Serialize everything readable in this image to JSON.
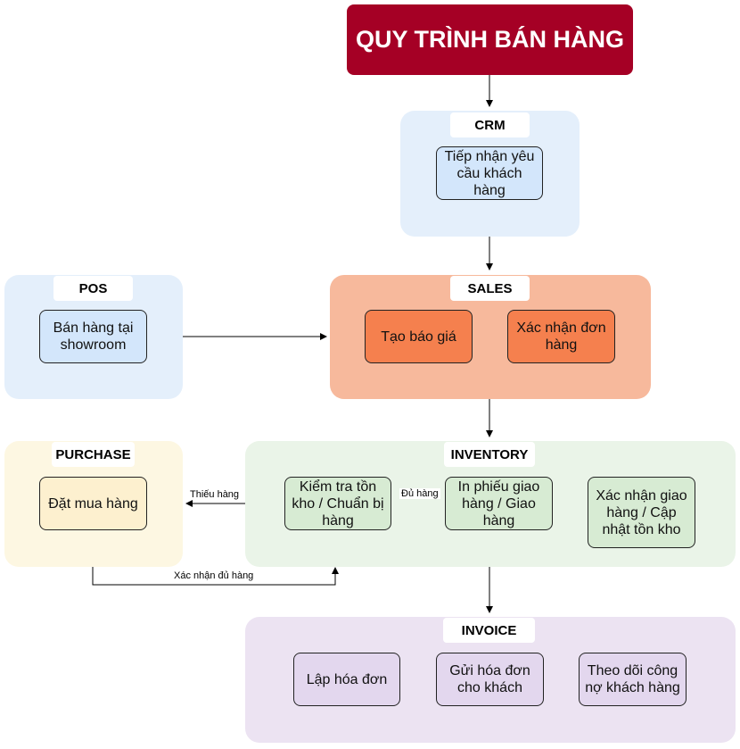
{
  "title": "QUY TRÌNH BÁN HÀNG",
  "colors": {
    "title_bg": "#a50025",
    "blue": "#e4effb",
    "orange": "#f7b99c",
    "orange_node": "#f5804e",
    "yellow": "#fdf7e2",
    "green": "#eaf4e8",
    "purple": "#ece3f2"
  },
  "groups": {
    "crm": {
      "label": "CRM",
      "nodes": [
        "Tiếp nhận yêu cầu khách hàng"
      ]
    },
    "pos": {
      "label": "POS",
      "nodes": [
        "Bán hàng tại showroom"
      ]
    },
    "sales": {
      "label": "SALES",
      "nodes": [
        "Tạo báo giá",
        "Xác nhận đơn hàng"
      ]
    },
    "purchase": {
      "label": "PURCHASE",
      "nodes": [
        "Đặt mua hàng"
      ]
    },
    "inventory": {
      "label": "INVENTORY",
      "nodes": [
        "Kiểm tra tồn kho / Chuẩn bị hàng",
        "In phiếu giao hàng / Giao hàng",
        "Xác nhận giao hàng / Cập nhật tồn kho"
      ]
    },
    "invoice": {
      "label": "INVOICE",
      "nodes": [
        "Lập hóa đơn",
        "Gửi hóa đơn cho khách",
        "Theo dõi công nợ khách hàng"
      ]
    }
  },
  "edge_labels": {
    "shortage": "Thiếu hàng",
    "sufficient": "Đủ hàng",
    "confirmed_sufficient": "Xác nhận đủ hàng"
  }
}
